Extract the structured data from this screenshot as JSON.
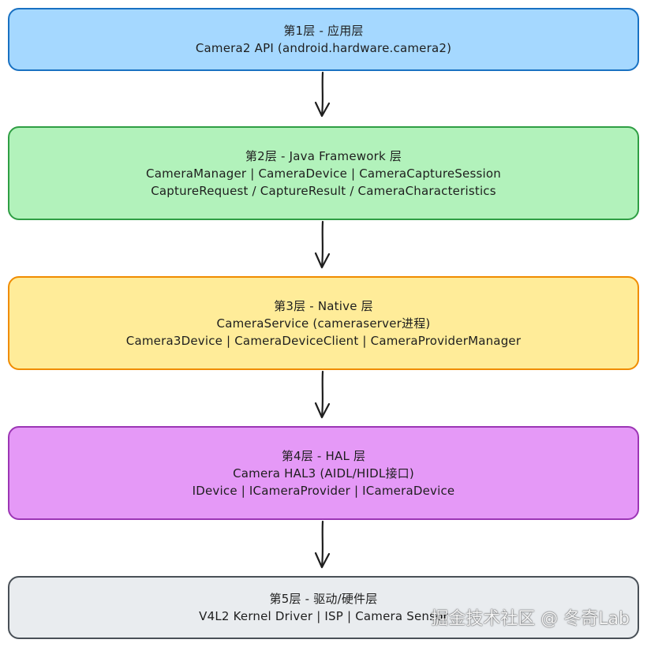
{
  "layers": [
    {
      "title": "第1层 - 应用层",
      "lines": [
        "Camera2 API (android.hardware.camera2)"
      ],
      "fill": "#a5d8ff",
      "stroke": "#1971c2"
    },
    {
      "title": "第2层 - Java Framework 层",
      "lines": [
        "CameraManager | CameraDevice | CameraCaptureSession",
        "CaptureRequest / CaptureResult / CameraCharacteristics"
      ],
      "fill": "#b2f2bb",
      "stroke": "#2f9e44"
    },
    {
      "title": "第3层 - Native 层",
      "lines": [
        "CameraService (cameraserver进程)",
        "Camera3Device | CameraDeviceClient | CameraProviderManager"
      ],
      "fill": "#ffec99",
      "stroke": "#f08c00"
    },
    {
      "title": "第4层 - HAL 层",
      "lines": [
        "Camera HAL3 (AIDL/HIDL接口)",
        "IDevice | ICameraProvider | ICameraDevice"
      ],
      "fill": "#e599f7",
      "stroke": "#9c36b5"
    },
    {
      "title": "第5层 - 驱动/硬件层",
      "lines": [
        "V4L2 Kernel Driver | ISP | Camera Sensor"
      ],
      "fill": "#e9ecef",
      "stroke": "#495057"
    }
  ],
  "arrow_color": "#1e1e1e",
  "watermark": "掘金技术社区 @ 冬奇Lab"
}
